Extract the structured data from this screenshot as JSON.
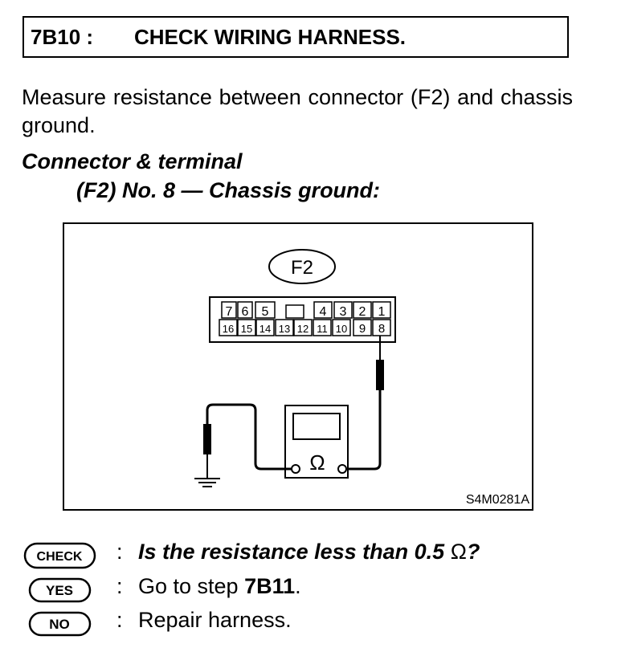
{
  "step": {
    "code": "7B10 :",
    "title": "CHECK WIRING HARNESS."
  },
  "instruction": "Measure resistance between connector (F2) and chassis ground.",
  "connector": {
    "heading": "Connector & terminal",
    "detail": "(F2) No. 8 — Chassis ground:"
  },
  "figure": {
    "connector_label": "F2",
    "top_row": [
      "7",
      "6",
      "5",
      "4",
      "3",
      "2",
      "1"
    ],
    "bottom_row": [
      "16",
      "15",
      "14",
      "13",
      "12",
      "11",
      "10",
      "9",
      "8"
    ],
    "meter_symbol": "Ω",
    "figure_id": "S4M0281A"
  },
  "checks": [
    {
      "badge": "CHECK",
      "prefix": "Is the resistance less than 0.5 ",
      "unit": "Ω",
      "suffix": "?"
    },
    {
      "badge": "YES",
      "prefix": "Go to step ",
      "step": "7B11",
      "suffix": "."
    },
    {
      "badge": "NO",
      "text": "Repair harness."
    }
  ],
  "colon": ":"
}
